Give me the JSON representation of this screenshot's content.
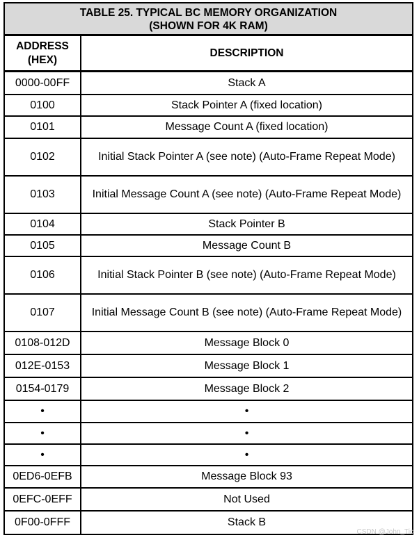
{
  "table": {
    "title_line1": "TABLE 25. TYPICAL BC MEMORY ORGANIZATION",
    "title_line2": "(SHOWN FOR 4K RAM)",
    "header_address": "ADDRESS (HEX)",
    "header_description": "DESCRIPTION",
    "rows": [
      {
        "address": "0000-00FF",
        "description": "Stack A"
      },
      {
        "address": "0100",
        "description": "Stack Pointer A (fixed location)"
      },
      {
        "address": "0101",
        "description": "Message Count A (fixed location)"
      },
      {
        "address": "0102",
        "description": "Initial Stack Pointer A (see note) (Auto-Frame Repeat Mode)"
      },
      {
        "address": "0103",
        "description": "Initial Message Count A (see note) (Auto-Frame Repeat Mode)"
      },
      {
        "address": "0104",
        "description": "Stack Pointer B"
      },
      {
        "address": "0105",
        "description": "Message Count B"
      },
      {
        "address": "0106",
        "description": "Initial Stack Pointer B (see note) (Auto-Frame Repeat Mode)"
      },
      {
        "address": "0107",
        "description": "Initial Message Count B (see note) (Auto-Frame Repeat Mode)"
      },
      {
        "address": "0108-012D",
        "description": "Message Block 0"
      },
      {
        "address": "012E-0153",
        "description": "Message Block 1"
      },
      {
        "address": "0154-0179",
        "description": "Message Block 2"
      },
      {
        "address": "•",
        "description": "•"
      },
      {
        "address": "•",
        "description": "•"
      },
      {
        "address": "•",
        "description": "•"
      },
      {
        "address": "0ED6-0EFB",
        "description": "Message Block 93"
      },
      {
        "address": "0EFC-0EFF",
        "description": "Not Used"
      },
      {
        "address": "0F00-0FFF",
        "description": "Stack B"
      }
    ]
  },
  "watermark": "CSDN @John_Tic"
}
